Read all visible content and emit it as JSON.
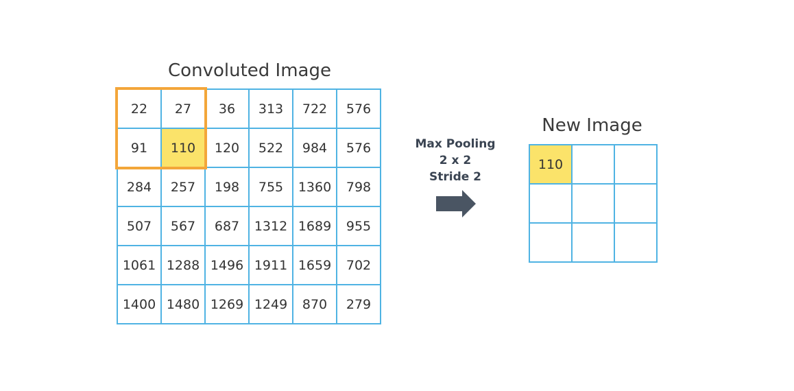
{
  "input": {
    "title": "Convoluted Image",
    "rows": [
      [
        "22",
        "27",
        "36",
        "313",
        "722",
        "576"
      ],
      [
        "91",
        "110",
        "120",
        "522",
        "984",
        "576"
      ],
      [
        "284",
        "257",
        "198",
        "755",
        "1360",
        "798"
      ],
      [
        "507",
        "567",
        "687",
        "1312",
        "1689",
        "955"
      ],
      [
        "1061",
        "1288",
        "1496",
        "1911",
        "1659",
        "702"
      ],
      [
        "1400",
        "1480",
        "1269",
        "1249",
        "870",
        "279"
      ]
    ],
    "highlight_color": "#fbe36a",
    "window_color": "#f3a63a",
    "grid_color": "#4fb3e3"
  },
  "operation": {
    "line1": "Max Pooling",
    "line2": "2 x 2",
    "line3": "Stride 2",
    "arrow_icon": "right-arrow-icon",
    "arrow_color": "#4a5563"
  },
  "output": {
    "title": "New Image",
    "rows": [
      [
        "110",
        "",
        ""
      ],
      [
        "",
        "",
        ""
      ],
      [
        "",
        "",
        ""
      ]
    ]
  }
}
